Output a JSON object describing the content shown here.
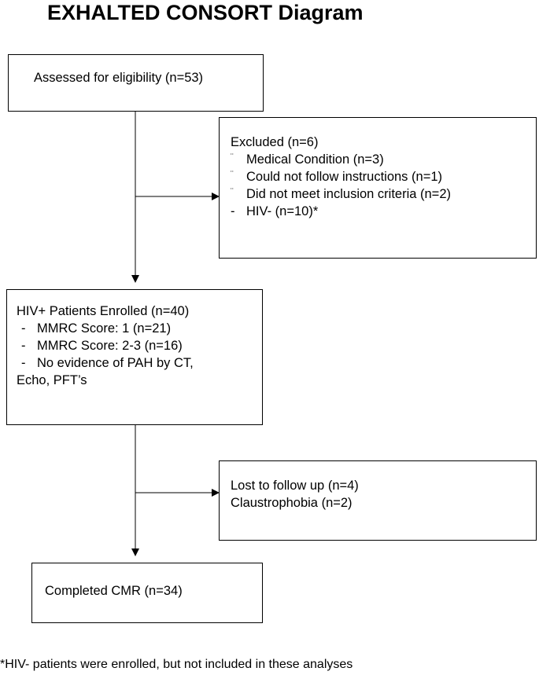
{
  "title": "EXHALTED CONSORT Diagram",
  "boxes": {
    "assessed": {
      "text": "Assessed for eligibility (n=53)"
    },
    "excluded": {
      "heading": "Excluded (n=6)",
      "items": [
        "Medical Condition (n=3)",
        "Could not follow instructions (n=1)",
        "Did not meet inclusion criteria (n=2)"
      ],
      "bullet_mark": "¨",
      "dash_mark": "-",
      "dash_item": "HIV- (n=10)*"
    },
    "enrolled": {
      "heading": "HIV+ Patients Enrolled (n=40)",
      "dash_mark": "-",
      "items": [
        "MMRC Score: 1 (n=21)",
        "MMRC Score: 2-3 (n=16)",
        "No evidence of PAH by CT,"
      ],
      "continuation": "Echo, PFT’s"
    },
    "lost": {
      "lines": [
        "Lost to follow up (n=4)",
        "Claustrophobia (n=2)"
      ]
    },
    "completed": {
      "text": "Completed CMR (n=34)"
    }
  },
  "footnote": "*HIV- patients were enrolled, but not included in these analyses"
}
